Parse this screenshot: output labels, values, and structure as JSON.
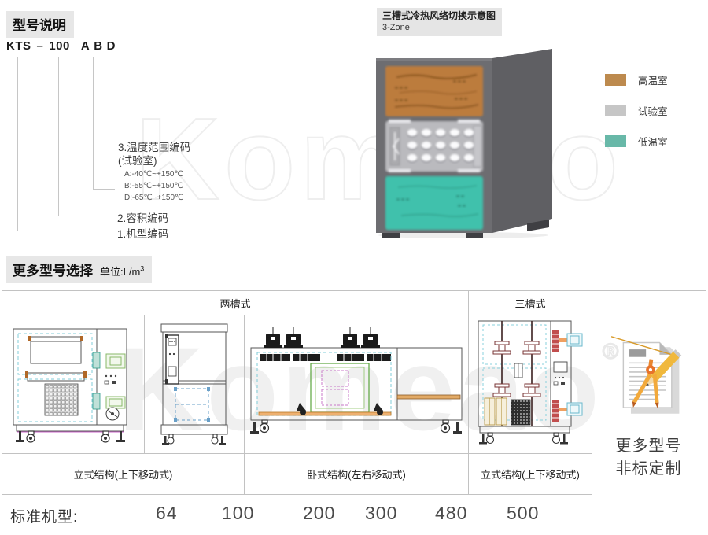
{
  "section_model": {
    "title": "型号说明",
    "model": {
      "prefix": "KTS",
      "dash": "–",
      "volume": "100",
      "code_a": "A",
      "code_b": "B",
      "code_d": "D"
    },
    "labels": {
      "temp_title": "3.温度范围编码",
      "temp_subtitle": "(试验室)",
      "ranges": [
        "A:-40℃~+150℃",
        "B:-55℃~+150℃",
        "D:-65℃~+150℃"
      ],
      "volume": "2.容积编码",
      "machine": "1.机型编码"
    }
  },
  "diagram": {
    "title": "三槽式冷热风络切换示意图",
    "subtitle": "3-Zone",
    "legend": [
      {
        "label": "高温室",
        "color": "#bd8a4e"
      },
      {
        "label": "试验室",
        "color": "#c6c6c6"
      },
      {
        "label": "低温室",
        "color": "#68b8a8"
      }
    ],
    "zone_colors": {
      "hot": "#bc7c3c",
      "test": "#bababe",
      "cold": "#41c1ac",
      "body": "#6d6d71",
      "side": "#5f5f63"
    }
  },
  "section_models": {
    "title": "更多型号选择",
    "unit_prefix": "单位:L/m",
    "unit_sup": "3"
  },
  "table": {
    "header_two_zone": "两槽式",
    "header_three_zone": "三槽式",
    "label_vertical_1": "立式结构(上下移动式)",
    "label_horizontal": "卧式结构(左右移动式)",
    "label_vertical_2": "立式结构(上下移动式)",
    "more_line1": "更多型号",
    "more_line2": "非标定制",
    "standard_label": "标准机型:",
    "models": [
      "64",
      "100",
      "200",
      "300",
      "480",
      "500"
    ]
  },
  "watermark": {
    "text": "Komeao",
    "mark": "®"
  }
}
